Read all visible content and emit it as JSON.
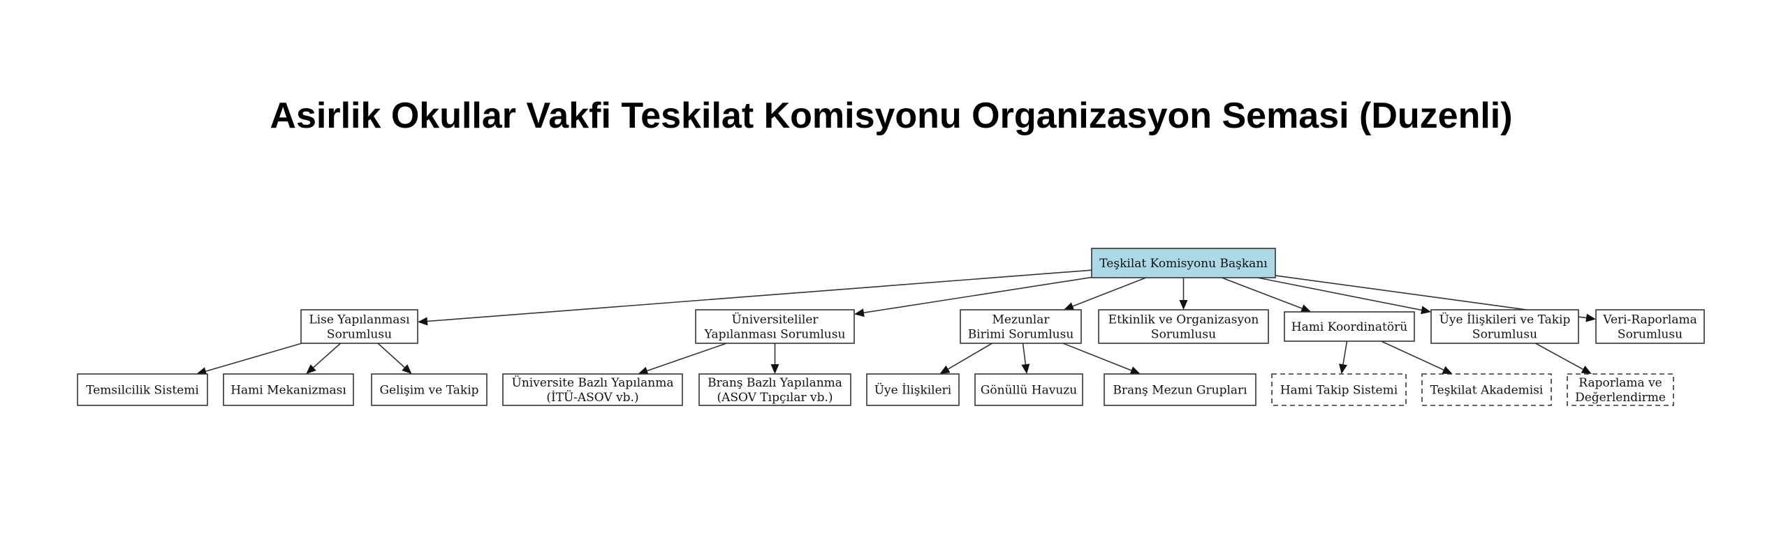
{
  "title": "Asirlik Okullar Vakfi Teskilat Komisyonu Organizasyon Semasi (Duzenli)",
  "colors": {
    "root_fill": "#add8e6",
    "node_fill": "#ffffff",
    "stroke": "#333333"
  },
  "nodes": [
    {
      "id": "root",
      "lines": [
        "Teşkilat Komisyonu Başkanı"
      ],
      "style": "root",
      "parent": null
    },
    {
      "id": "lise",
      "lines": [
        "Lise Yapılanması",
        "Sorumlusu"
      ],
      "style": "solid",
      "parent": "root"
    },
    {
      "id": "univ",
      "lines": [
        "Üniversiteliler",
        "Yapılanması Sorumlusu"
      ],
      "style": "solid",
      "parent": "root"
    },
    {
      "id": "mezun",
      "lines": [
        "Mezunlar",
        "Birimi Sorumlusu"
      ],
      "style": "solid",
      "parent": "root"
    },
    {
      "id": "etkinlik",
      "lines": [
        "Etkinlik ve Organizasyon",
        "Sorumlusu"
      ],
      "style": "solid",
      "parent": "root"
    },
    {
      "id": "hami",
      "lines": [
        "Hami Koordinatörü"
      ],
      "style": "solid",
      "parent": "root"
    },
    {
      "id": "uye",
      "lines": [
        "Üye İlişkileri ve Takip",
        "Sorumlusu"
      ],
      "style": "solid",
      "parent": "root"
    },
    {
      "id": "veri",
      "lines": [
        "Veri-Raporlama",
        "Sorumlusu"
      ],
      "style": "solid",
      "parent": "root"
    },
    {
      "id": "temsil",
      "lines": [
        "Temsilcilik Sistemi"
      ],
      "style": "solid",
      "parent": "lise"
    },
    {
      "id": "hamimek",
      "lines": [
        "Hami Mekanizması"
      ],
      "style": "solid",
      "parent": "lise"
    },
    {
      "id": "gelisim",
      "lines": [
        "Gelişim ve Takip"
      ],
      "style": "solid",
      "parent": "lise"
    },
    {
      "id": "univbazli",
      "lines": [
        "Üniversite Bazlı Yapılanma",
        "(İTÜ-ASOV vb.)"
      ],
      "style": "solid",
      "parent": "univ"
    },
    {
      "id": "bransbazli",
      "lines": [
        "Branş Bazlı Yapılanma",
        "(ASOV Tıpçılar vb.)"
      ],
      "style": "solid",
      "parent": "univ"
    },
    {
      "id": "uyeilis",
      "lines": [
        "Üye İlişkileri"
      ],
      "style": "solid",
      "parent": "mezun"
    },
    {
      "id": "gonullu",
      "lines": [
        "Gönüllü Havuzu"
      ],
      "style": "solid",
      "parent": "mezun"
    },
    {
      "id": "bransmezun",
      "lines": [
        "Branş Mezun Grupları"
      ],
      "style": "solid",
      "parent": "mezun"
    },
    {
      "id": "hamitakip",
      "lines": [
        "Hami Takip Sistemi"
      ],
      "style": "dashed",
      "parent": "hami"
    },
    {
      "id": "akademi",
      "lines": [
        "Teşkilat Akademisi"
      ],
      "style": "dashed",
      "parent": "hami"
    },
    {
      "id": "rapor",
      "lines": [
        "Raporlama ve",
        "Değerlendirme"
      ],
      "style": "dashed",
      "parent": "uye"
    }
  ]
}
